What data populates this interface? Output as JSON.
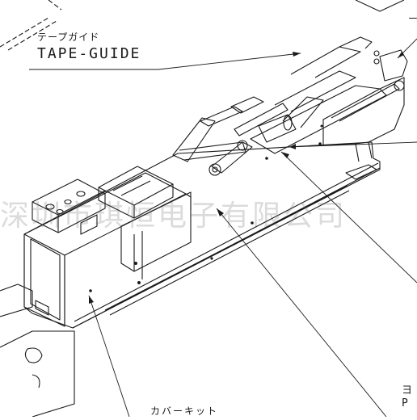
{
  "labels": {
    "tape_guide_jp": "テープガイド",
    "tape_guide_en": "TAPE-GUIDE",
    "cover_kit_jp": "カバーキット",
    "right_edge_top": "ー",
    "right_edge_bottom_1": "ヨ",
    "right_edge_bottom_2": "P"
  },
  "watermark": {
    "text": "深圳市琪恒电子有限公司"
  },
  "colors": {
    "line": "#1a1a1a",
    "background": "#ffffff"
  }
}
